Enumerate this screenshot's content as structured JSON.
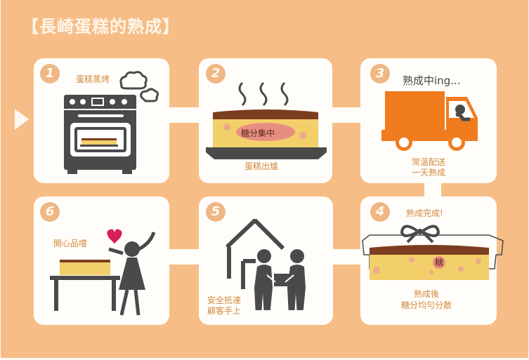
{
  "title": "【長崎蛋糕的熟成】",
  "colors": {
    "background": "#f7bd86",
    "card": "#fffdf9",
    "badge": "#eeb784",
    "label_text": "#d18a3f",
    "icon_dark": "#4a4a4a",
    "truck_orange": "#f07c1e",
    "cake_top": "#7a3e1e",
    "cake_body": "#f3cf6a",
    "sugar_pink": "#e88e80",
    "heart": "#d81e5b"
  },
  "start_arrow": "play-arrow",
  "steps": [
    {
      "number": "1",
      "label": "蛋糕蒸烤",
      "icon": "oven-icon"
    },
    {
      "number": "2",
      "label": "蛋糕出爐",
      "cake_text": "糖分集中",
      "icon": "steaming-cake-icon"
    },
    {
      "number": "3",
      "heading": "熟成中ing...",
      "label_line1": "常溫配送",
      "label_line2": "一天熟成",
      "icon": "delivery-truck-icon"
    },
    {
      "number": "4",
      "heading": "熟成完成!",
      "cake_text": "糖",
      "label_line1": "熟成後",
      "label_line2": "糖分均勻分散",
      "icon": "gift-box-cake-icon"
    },
    {
      "number": "5",
      "label_line1": "安全抵達",
      "label_line2": "顧客手上",
      "icon": "handover-house-icon"
    },
    {
      "number": "6",
      "label": "開心品嚐",
      "icon": "girl-table-cake-icon"
    }
  ]
}
